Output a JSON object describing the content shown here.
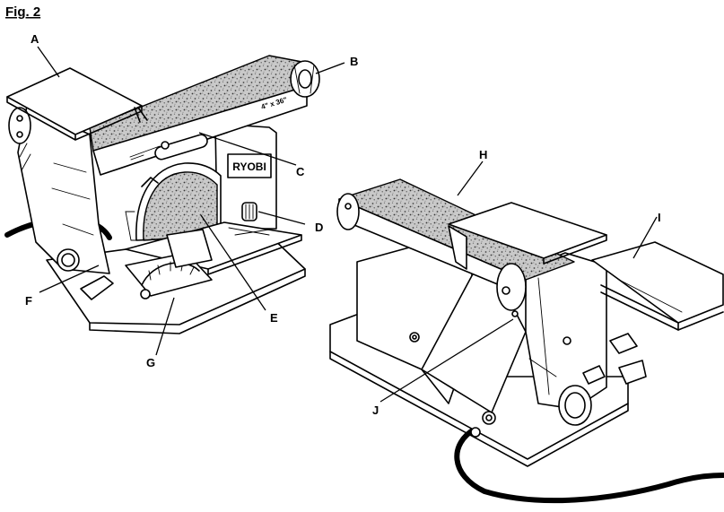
{
  "figure": {
    "title": "Fig. 2",
    "callouts": [
      "A",
      "B",
      "C",
      "D",
      "E",
      "F",
      "G",
      "H",
      "I",
      "J"
    ],
    "brand": "RYOBI",
    "belt_size": "4\" x 36\""
  },
  "colors": {
    "line": "#000000",
    "background": "#ffffff"
  }
}
